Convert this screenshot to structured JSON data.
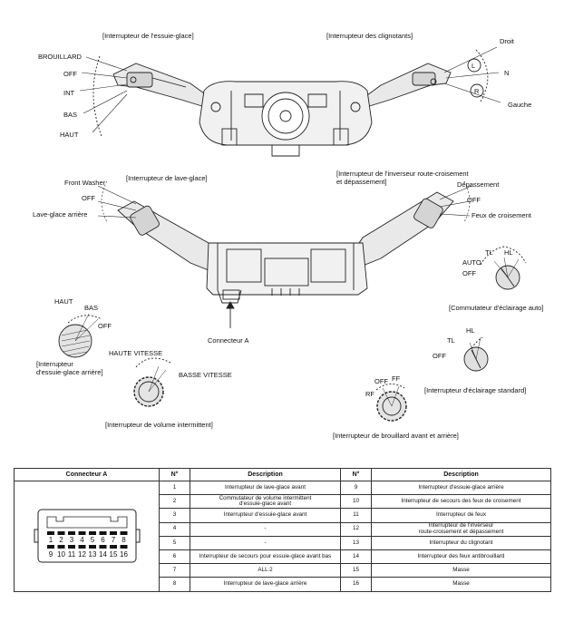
{
  "labels": {
    "wiper_switch": "[Interrupteur de l'essuie-glace]",
    "turn_switch": "[Interrupteur des clignotants]",
    "brouillard": "BROUILLARD",
    "off_wiper": "OFF",
    "int": "INT",
    "bas": "BAS",
    "haut": "HAUT",
    "droit": "Droit",
    "n": "N",
    "gauche": "Gauche",
    "l_mark": "L",
    "r_mark": "R",
    "washer_switch": "[Interrupteur de lave-glace]",
    "front_washer": "Front Washer",
    "off_washer": "OFF",
    "rear_washer": "Lave-glace arrière",
    "dimmer_switch": "[Interrupteur de l'inverseur route-croisement et dépassement]",
    "depassement": "Dépassement",
    "off_dimmer": "OFF",
    "feux_croisement": "Feux de croisement",
    "auto": "AUTO",
    "tl_auto": "TL",
    "hl_auto": "HL",
    "off_auto": "OFF",
    "auto_light_switch": "[Commutateur d'éclairage auto]",
    "rear_haut": "HAUT",
    "rear_bas": "BAS",
    "rear_off": "OFF",
    "rear_wiper_switch": "[Interrupteur\nd'essuie-glace arrière]",
    "connecteur_a": "Connecteur A",
    "haute_vitesse": "HAUTE VITESSE",
    "basse_vitesse": "BASSE VITESSE",
    "intermittent_switch": "[Interrupteur de volume intermittent]",
    "std_hl": "HL",
    "std_tl": "TL",
    "std_off": "OFF",
    "std_light_switch": "[Interrupteur d'éclairage standard]",
    "fog_off": "OFF",
    "fog_ff": "FF",
    "fog_rf": "RF",
    "fog_switch": "[Interrupteur de brouillard avant et arrière]"
  },
  "table": {
    "headers": [
      "Connecteur A",
      "N°",
      "Description",
      "N°",
      "Description"
    ],
    "plug_top_pins": [
      "1",
      "2",
      "3",
      "4",
      "5",
      "6",
      "7",
      "8"
    ],
    "plug_bottom_pins": [
      "9",
      "10",
      "11",
      "12",
      "13",
      "14",
      "15",
      "16"
    ],
    "rows": [
      {
        "n1": "1",
        "d1": "Interrupteur de lave-glace avant",
        "n2": "9",
        "d2": "Interrupteur d'essuie-glace arrière"
      },
      {
        "n1": "2",
        "d1": "Commutateur de volume intermittent\nd'essuie-glace avant",
        "n2": "10",
        "d2": "Interrupteur de secours des feux de croisement"
      },
      {
        "n1": "3",
        "d1": "Interrupteur d'essuie-glace avant",
        "n2": "11",
        "d2": "Interrupteur de feux"
      },
      {
        "n1": "4",
        "d1": "-",
        "n2": "12",
        "d2": "Interrupteur de l'inverseur\nroute-croisement et dépassement"
      },
      {
        "n1": "5",
        "d1": "-",
        "n2": "13",
        "d2": "Interrupteur du clignotant"
      },
      {
        "n1": "6",
        "d1": "Interrupteur de secours pour essuie-glace avant bas",
        "n2": "14",
        "d2": "Interrupteur des feux antibrouillard"
      },
      {
        "n1": "7",
        "d1": "ALL 2",
        "n2": "15",
        "d2": "Masse"
      },
      {
        "n1": "8",
        "d1": "Interrupteur de lave-glace arrière",
        "n2": "16",
        "d2": "Masse"
      }
    ]
  }
}
